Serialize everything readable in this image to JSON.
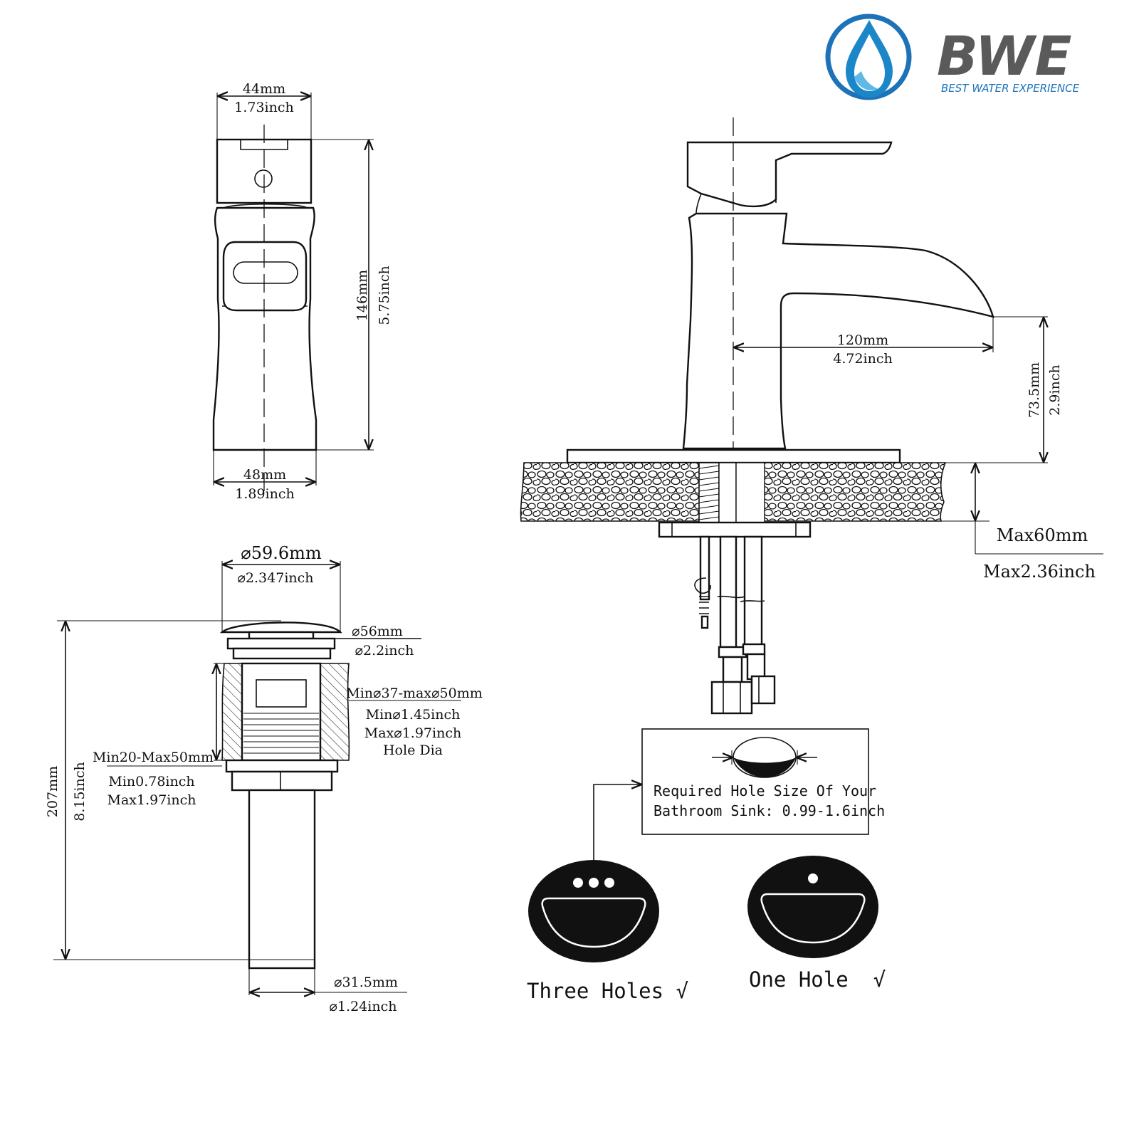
{
  "brand": {
    "name": "BWE",
    "tagline": "BEST WATER EXPERIENCE",
    "colors": {
      "drop_blue": "#1b87c9",
      "ring_blue": "#1e73b8",
      "text_gray": "#5a5a5a"
    }
  },
  "faucet_side_view": {
    "top_width_mm": "44mm",
    "top_width_in": "1.73inch",
    "height_mm": "146mm",
    "height_in": "5.75inch",
    "base_width_mm": "48mm",
    "base_width_in": "1.89inch"
  },
  "faucet_front_view": {
    "spout_reach_mm": "120mm",
    "spout_reach_in": "4.72inch",
    "spout_height_mm": "73.5mm",
    "spout_height_in": "2.9inch",
    "deck_max_mm": "Max60mm",
    "deck_max_in": "Max2.36inch"
  },
  "drain": {
    "cap_dia_mm": "⌀59.6mm",
    "cap_dia_in": "⌀2.347inch",
    "flange_dia_mm": "⌀56mm",
    "flange_dia_in": "⌀2.2inch",
    "hole_range_mm": "Min⌀37-max⌀50mm",
    "hole_min_in": "Min⌀1.45inch",
    "hole_max_in": "Max⌀1.97inch",
    "hole_dia_label": "Hole Dia",
    "thickness_mm": "Min20-Max50mm",
    "thickness_min_in": "Min0.78inch",
    "thickness_max_in": "Max1.97inch",
    "total_height_mm": "207mm",
    "total_height_in": "8.15inch",
    "tail_dia_mm": "⌀31.5mm",
    "tail_dia_in": "⌀1.24inch"
  },
  "hole_requirement": {
    "line1": "Required Hole Size Of Your",
    "line2": "Bathroom Sink: 0.99-1.6inch"
  },
  "sinks": [
    {
      "label": "Three Holes √"
    },
    {
      "label": "One Hole  √"
    }
  ]
}
